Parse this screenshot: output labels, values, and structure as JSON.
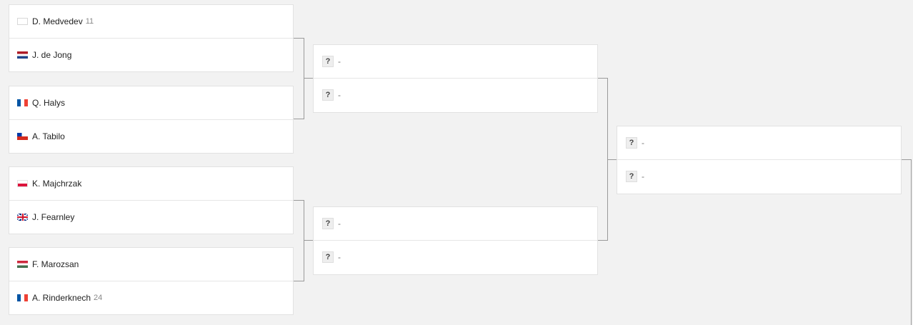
{
  "round1": [
    {
      "players": [
        {
          "name": "D. Medvedev",
          "seed": "11",
          "flag": "blank-flag-icon"
        },
        {
          "name": "J. de Jong",
          "seed": "",
          "flag": "netherlands-flag-icon"
        }
      ]
    },
    {
      "players": [
        {
          "name": "Q. Halys",
          "seed": "",
          "flag": "france-flag-icon"
        },
        {
          "name": "A. Tabilo",
          "seed": "",
          "flag": "chile-flag-icon"
        }
      ]
    },
    {
      "players": [
        {
          "name": "K. Majchrzak",
          "seed": "",
          "flag": "poland-flag-icon"
        },
        {
          "name": "J. Fearnley",
          "seed": "",
          "flag": "great-britain-flag-icon"
        }
      ]
    },
    {
      "players": [
        {
          "name": "F. Marozsan",
          "seed": "",
          "flag": "hungary-flag-icon"
        },
        {
          "name": "A. Rinderknech",
          "seed": "24",
          "flag": "france-flag-icon"
        }
      ]
    }
  ],
  "tbd": {
    "mark": "?",
    "label": "-"
  }
}
